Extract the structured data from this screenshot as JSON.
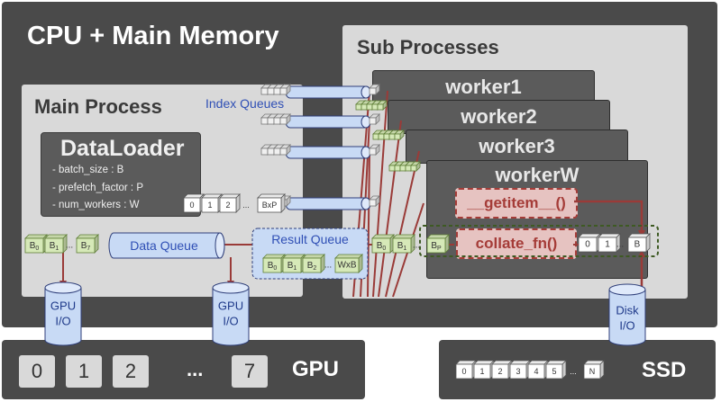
{
  "cpu": {
    "title": "CPU + Main Memory"
  },
  "sub": {
    "title": "Sub Processes"
  },
  "main": {
    "title": "Main Process",
    "index_queues_label": "Index Queues"
  },
  "dataloader": {
    "title": "DataLoader",
    "params": [
      "- batch_size : B",
      "- prefetch_factor : P",
      "- num_workers : W"
    ]
  },
  "index_batch": [
    "0",
    "1",
    "2",
    "BxP"
  ],
  "workers": [
    "worker1",
    "worker2",
    "worker3",
    "workerW"
  ],
  "functions": {
    "getitem": "__getitem__()",
    "collate": "collate_fn()"
  },
  "collate_cells": [
    "0",
    "1",
    "B"
  ],
  "data_queue": {
    "label": "Data Queue",
    "cells": [
      "B0",
      "B1",
      "B7"
    ]
  },
  "result_queue": {
    "label": "Result Queue",
    "cells": [
      "B0",
      "B1",
      "B2",
      "WxB"
    ]
  },
  "result_out_cells": [
    "B0",
    "B1",
    "BP"
  ],
  "io": {
    "gpu_io": [
      "GPU",
      "I/O"
    ],
    "disk_io": [
      "Disk",
      "I/O"
    ]
  },
  "gpu": {
    "title": "GPU",
    "cells": [
      "0",
      "1",
      "2",
      "7"
    ],
    "ellipsis": "..."
  },
  "ssd": {
    "title": "SSD",
    "cells": [
      "0",
      "1",
      "2",
      "3",
      "4",
      "5",
      "N"
    ]
  },
  "colors": {
    "dark_panel": "#4a4a4a",
    "light_panel": "#d9d9d9",
    "accent_blue": "#2f4fb5",
    "arrow_red": "#9a3b38",
    "green_cell": "#d6e9b8",
    "green_border": "#5f7f37"
  }
}
